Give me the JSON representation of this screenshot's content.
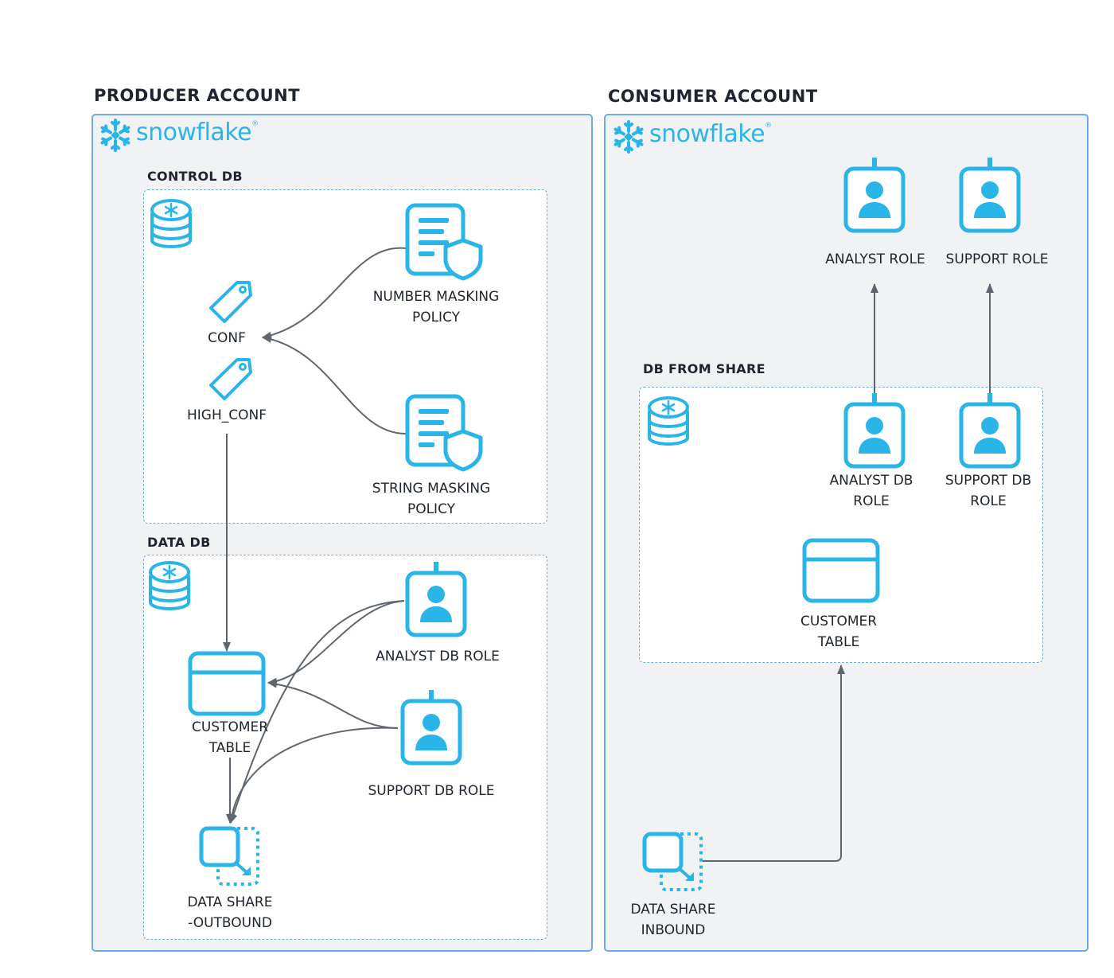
{
  "producer": {
    "title": "PRODUCER ACCOUNT",
    "brand": "snowflake",
    "control_db": {
      "title": "CONTROL DB",
      "tags": [
        "CONF",
        "HIGH_CONF"
      ],
      "policies": [
        {
          "line1": "NUMBER MASKING",
          "line2": "POLICY"
        },
        {
          "line1": "STRING MASKING",
          "line2": "POLICY"
        }
      ]
    },
    "data_db": {
      "title": "DATA DB",
      "table": {
        "line1": "CUSTOMER",
        "line2": "TABLE"
      },
      "roles": [
        "ANALYST DB ROLE",
        "SUPPORT DB ROLE"
      ],
      "share": {
        "line1": "DATA SHARE",
        "line2": "-OUTBOUND"
      }
    }
  },
  "consumer": {
    "title": "CONSUMER ACCOUNT",
    "brand": "snowflake",
    "roles": [
      "ANALYST ROLE",
      "SUPPORT ROLE"
    ],
    "db_from_share": {
      "title": "DB FROM SHARE",
      "db_roles": [
        {
          "line1": "ANALYST DB",
          "line2": "ROLE"
        },
        {
          "line1": "SUPPORT DB",
          "line2": "ROLE"
        }
      ],
      "table": {
        "line1": "CUSTOMER",
        "line2": "TABLE"
      }
    },
    "share": {
      "line1": "DATA SHARE",
      "line2": "INBOUND"
    }
  },
  "colors": {
    "icon_blue": "#29b5e8",
    "box_border": "#6ea9ea",
    "account_bg": "#f1f2f3",
    "arrow": "#5f6670"
  }
}
